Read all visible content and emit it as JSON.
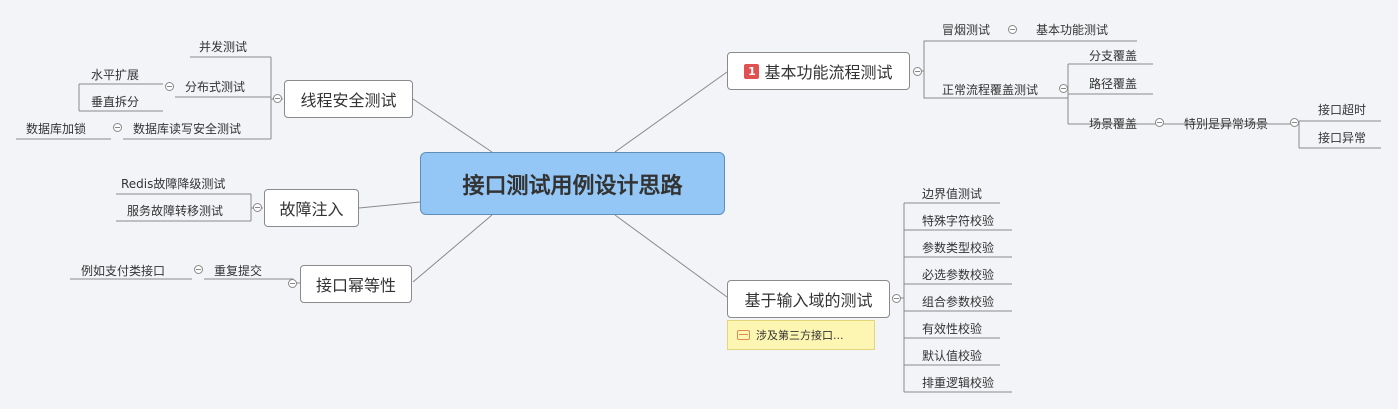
{
  "center": "接口测试用例设计思路",
  "branches": {
    "basic": {
      "badge": "1",
      "label": "基本功能流程测试",
      "smoke": "冒烟测试",
      "smoke_child": "基本功能测试",
      "normal": "正常流程覆盖测试",
      "branch_cover": "分支覆盖",
      "path_cover": "路径覆盖",
      "scene_cover": "场景覆盖",
      "abnormal": "特别是异常场景",
      "timeout": "接口超时",
      "error": "接口异常"
    },
    "input": {
      "label": "基于输入域的测试",
      "note": "涉及第三方接口...",
      "items": [
        "边界值测试",
        "特殊字符校验",
        "参数类型校验",
        "必选参数校验",
        "组合参数校验",
        "有效性校验",
        "默认值校验",
        "排重逻辑校验"
      ]
    },
    "thread": {
      "label": "线程安全测试",
      "concurrency": "并发测试",
      "distributed": "分布式测试",
      "horizontal": "水平扩展",
      "vertical": "垂直拆分",
      "db_rw": "数据库读写安全测试",
      "db_lock": "数据库加锁"
    },
    "fault": {
      "label": "故障注入",
      "redis": "Redis故障降级测试",
      "failover": "服务故障转移测试"
    },
    "idempotent": {
      "label": "接口幂等性",
      "repeat": "重复提交",
      "payment": "例如支付类接口"
    }
  }
}
